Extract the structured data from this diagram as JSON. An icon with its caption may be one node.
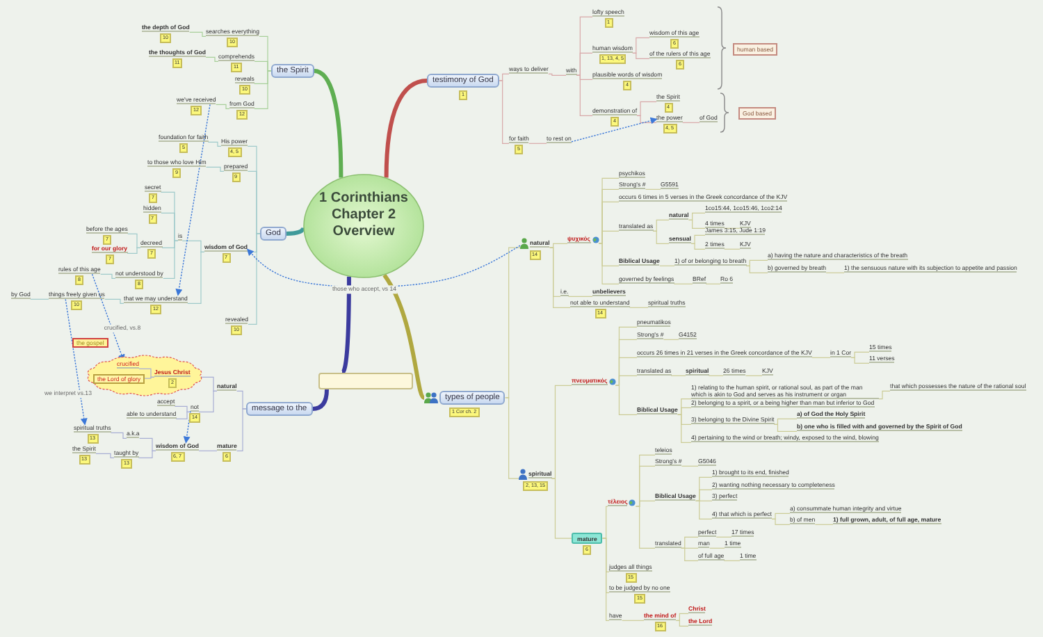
{
  "diagram": {
    "nodes": [
      {
        "text": [
          "1 Corinthians Chapter 2 Overview"
        ]
      },
      {
        "text": [
          "testimony of God"
        ],
        "beside": [
          "1"
        ]
      },
      {
        "text": [
          "ways to deliver"
        ]
      },
      {
        "text": [
          "with"
        ]
      },
      {
        "text": [
          "lofty speech"
        ],
        "beside": [
          "1"
        ]
      },
      {
        "text": [
          "human wisdom"
        ],
        "beside": [
          "1, 13, 4, 5"
        ]
      },
      {
        "text": [
          "wisdom of this age"
        ],
        "beside": [
          "6"
        ]
      },
      {
        "text": [
          "of the rulers of this age"
        ],
        "beside": [
          "6"
        ]
      },
      {
        "text": [
          "plausible words of wisdom"
        ],
        "beside": [
          "4"
        ]
      },
      {
        "text": [
          "demonstration of"
        ],
        "beside": [
          "4"
        ]
      },
      {
        "text": [
          "the Spirit"
        ],
        "beside": [
          "4"
        ]
      },
      {
        "text": [
          "the power"
        ],
        "beside": [
          "4, 5"
        ]
      },
      {
        "text": [
          "of God"
        ]
      },
      {
        "text": [
          "human based"
        ]
      },
      {
        "text": [
          "God based"
        ]
      },
      {
        "text": [
          "for faith"
        ],
        "beside": [
          "5"
        ]
      },
      {
        "text": [
          "to rest on"
        ]
      },
      {
        "text": [
          "the Spirit"
        ]
      },
      {
        "text": [
          "searches everything"
        ],
        "beside": [
          "10"
        ]
      },
      {
        "text": [
          "the depth of God"
        ],
        "beside": [
          "10"
        ]
      },
      {
        "text": [
          "comprehends"
        ],
        "beside": [
          "11"
        ]
      },
      {
        "text": [
          "the thoughts of God"
        ],
        "beside": [
          "11"
        ]
      },
      {
        "text": [
          "reveals"
        ],
        "beside": [
          "10"
        ]
      },
      {
        "text": [
          "from God"
        ],
        "beside": [
          "12"
        ]
      },
      {
        "text": [
          "we've received"
        ],
        "beside": [
          "12"
        ]
      },
      {
        "text": [
          "God"
        ]
      },
      {
        "text": [
          "His power"
        ],
        "beside": [
          "4, 5"
        ]
      },
      {
        "text": [
          "foundation for faith"
        ],
        "beside": [
          "5"
        ]
      },
      {
        "text": [
          "prepared"
        ],
        "beside": [
          "9"
        ]
      },
      {
        "text": [
          "to those who love Him"
        ],
        "beside": [
          "9"
        ]
      },
      {
        "text": [
          "wisdom of God"
        ],
        "beside": [
          "7"
        ]
      },
      {
        "text": [
          "is"
        ]
      },
      {
        "text": [
          "secret"
        ],
        "beside": [
          "7"
        ]
      },
      {
        "text": [
          "hidden"
        ],
        "beside": [
          "7"
        ]
      },
      {
        "text": [
          "decreed"
        ],
        "beside": [
          "7"
        ]
      },
      {
        "text": [
          "before the ages"
        ],
        "beside": [
          "7"
        ]
      },
      {
        "text": [
          "for our glory"
        ],
        "beside": [
          "7"
        ]
      },
      {
        "text": [
          "not understood by"
        ],
        "beside": [
          "8"
        ]
      },
      {
        "text": [
          "rules of this age"
        ],
        "beside": [
          "8"
        ]
      },
      {
        "text": [
          "that we may understand"
        ],
        "beside": [
          "12"
        ]
      },
      {
        "text": [
          "things freely given us"
        ],
        "beside": [
          "10"
        ]
      },
      {
        "text": [
          "by God"
        ]
      },
      {
        "text": [
          "revealed"
        ],
        "beside": [
          "10"
        ]
      },
      {
        "text": [],
        "shape": "box"
      },
      {
        "text": [
          "message to the"
        ]
      },
      {
        "text": [
          "natural"
        ]
      },
      {
        "text": [],
        "shape": "cloud"
      },
      {
        "text": [
          "Jesus Christ"
        ],
        "beside": [
          "2"
        ],
        "in": 46
      },
      {
        "text": [
          "crucified"
        ],
        "in": 46
      },
      {
        "text": [
          "the Lord of glory"
        ],
        "in": 46
      },
      {
        "text": [
          "not"
        ],
        "beside": [
          "14"
        ]
      },
      {
        "text": [
          "accept"
        ]
      },
      {
        "text": [
          "able to understand"
        ]
      },
      {
        "text": [
          "mature"
        ],
        "beside": [
          "6"
        ]
      },
      {
        "text": [
          "wisdom of God"
        ],
        "beside": [
          "6, 7"
        ]
      },
      {
        "text": [
          "a.k.a"
        ]
      },
      {
        "text": [
          "spiritual truths"
        ],
        "beside": [
          "13"
        ]
      },
      {
        "text": [
          "taught by"
        ],
        "beside": [
          "13"
        ]
      },
      {
        "text": [
          "the Spirit"
        ],
        "beside": [
          "13"
        ]
      },
      {
        "text": [
          "the gospel"
        ]
      },
      {
        "text": [
          "types of people"
        ],
        "beside": [
          "1 Cor ch. 2"
        ]
      },
      {
        "text": [
          "natural"
        ],
        "beside": [
          "14"
        ]
      },
      {
        "text": [
          "ψυχικός"
        ]
      },
      {
        "text": [
          "psychikos"
        ]
      },
      {
        "text": [
          "Strong's #"
        ]
      },
      {
        "text": [
          "G5591"
        ]
      },
      {
        "text": [
          "occurs 6 times in 5 verses in the Greek concordance of the KJV"
        ]
      },
      {
        "text": [
          "translated as"
        ]
      },
      {
        "text": [
          "natural"
        ]
      },
      {
        "text": [
          "1co15:44, 1co15:46, 1co2:14"
        ]
      },
      {
        "text": [
          "4 times"
        ]
      },
      {
        "text": [
          "KJV"
        ]
      },
      {
        "text": [
          "sensual"
        ]
      },
      {
        "text": [
          "James 3:15, Jude 1:19"
        ]
      },
      {
        "text": [
          "2 times"
        ]
      },
      {
        "text": [
          "KJV"
        ]
      },
      {
        "text": [
          "Biblical Usage"
        ]
      },
      {
        "text": [
          "1) of or belonging to breath"
        ]
      },
      {
        "text": [
          "a) having the nature and characteristics of the breath"
        ]
      },
      {
        "text": [
          "b) governed by breath"
        ]
      },
      {
        "text": [
          "1) the sensuous nature with its subjection to appetite and passion"
        ]
      },
      {
        "text": [
          "governed by feelings"
        ]
      },
      {
        "text": [
          "BRef"
        ]
      },
      {
        "text": [
          "Ro 6"
        ]
      },
      {
        "text": [
          "i.e."
        ]
      },
      {
        "text": [
          "unbelievers"
        ]
      },
      {
        "text": [
          "not able to understand"
        ],
        "beside": [
          "14"
        ]
      },
      {
        "text": [
          "spiritual truths"
        ]
      },
      {
        "text": [
          "spiritual"
        ],
        "beside": [
          "2, 13, 15"
        ]
      },
      {
        "text": [
          "πνευματικός"
        ]
      },
      {
        "text": [
          "pneumatikos"
        ]
      },
      {
        "text": [
          "Strong's #"
        ]
      },
      {
        "text": [
          "G4152"
        ]
      },
      {
        "text": [
          "occurs 26 times in 21 verses in the Greek concordance of the KJV"
        ]
      },
      {
        "text": [
          "in 1 Cor"
        ]
      },
      {
        "text": [
          "15 times"
        ]
      },
      {
        "text": [
          "11 verses"
        ]
      },
      {
        "text": [
          "translated as"
        ]
      },
      {
        "text": [
          "spiritual"
        ]
      },
      {
        "text": [
          "26 times"
        ]
      },
      {
        "text": [
          "KJV"
        ]
      },
      {
        "text": [
          "Biblical Usage"
        ]
      },
      {
        "text": [
          "1) relating to the human spirit, or rational soul, as part of the man which is akin to God and serves as his instrument or organ"
        ]
      },
      {
        "text": [
          "that which possesses the nature of the rational soul"
        ]
      },
      {
        "text": [
          "2) belonging to a spirit, or a being higher than man but inferior to God"
        ]
      },
      {
        "text": [
          "3) belonging to the Divine Spirit"
        ]
      },
      {
        "text": [
          "a) of God the Holy Spirit"
        ]
      },
      {
        "text": [
          "b) one who is filled with and governed by the Spirit of God"
        ]
      },
      {
        "text": [
          "4) pertaining to the wind or breath; windy, exposed to the wind, blowing"
        ]
      },
      {
        "text": [
          "mature"
        ],
        "beside": [
          "6"
        ]
      },
      {
        "text": [
          "τέλειος"
        ]
      },
      {
        "text": [
          "teleios"
        ]
      },
      {
        "text": [
          "Strong's #"
        ]
      },
      {
        "text": [
          "G5046"
        ]
      },
      {
        "text": [
          "Biblical Usage"
        ]
      },
      {
        "text": [
          "1) brought to its end, finished"
        ]
      },
      {
        "text": [
          "2) wanting nothing necessary to completeness"
        ]
      },
      {
        "text": [
          "3) perfect"
        ]
      },
      {
        "text": [
          "4) that which is perfect"
        ]
      },
      {
        "text": [
          "a) consummate human integrity and virtue"
        ]
      },
      {
        "text": [
          "b) of men"
        ]
      },
      {
        "text": [
          "1) full grown, adult, of full age, mature"
        ]
      },
      {
        "text": [
          "translated"
        ]
      },
      {
        "text": [
          "perfect"
        ]
      },
      {
        "text": [
          "17 times"
        ]
      },
      {
        "text": [
          "man"
        ]
      },
      {
        "text": [
          "1 time"
        ]
      },
      {
        "text": [
          "of full age"
        ]
      },
      {
        "text": [
          "1 time"
        ]
      },
      {
        "text": [
          "judges all things"
        ],
        "beside": [
          "15"
        ]
      },
      {
        "text": [
          "to be judged by no one"
        ],
        "beside": [
          "15"
        ]
      },
      {
        "text": [
          "have"
        ]
      },
      {
        "text": [
          "the mind of"
        ],
        "beside": [
          "16"
        ]
      },
      {
        "text": [
          "Christ"
        ]
      },
      {
        "text": [
          "the Lord"
        ]
      }
    ],
    "edges": [
      {
        "from": 0,
        "to": 1,
        "arrow": "none",
        "style": "thick",
        "color": "#c0504d"
      },
      {
        "from": 0,
        "to": 17,
        "arrow": "none",
        "style": "thick",
        "color": "#5fae52"
      },
      {
        "from": 0,
        "to": 25,
        "arrow": "none",
        "style": "thick",
        "color": "#3f9a9a"
      },
      {
        "from": 0,
        "to": 43,
        "arrow": "none",
        "style": "thick",
        "color": "#3b3b9e"
      },
      {
        "from": 0,
        "to": 60,
        "arrow": "none",
        "style": "thick",
        "color": "#b0a840"
      },
      {
        "from": 43,
        "to": 44,
        "arrow": "none",
        "style": "thick",
        "color": "#3b3b9e"
      },
      {
        "from": 1,
        "to": 2,
        "arrow": "none",
        "color": "#d8a8a8"
      },
      {
        "from": 2,
        "to": 3,
        "arrow": "none",
        "color": "#d8a8a8"
      },
      {
        "from": 3,
        "to": 4,
        "arrow": "none",
        "color": "#d8a8a8"
      },
      {
        "from": 3,
        "to": 5,
        "arrow": "none",
        "color": "#d8a8a8"
      },
      {
        "from": 5,
        "to": 6,
        "arrow": "none",
        "color": "#d8a8a8"
      },
      {
        "from": 5,
        "to": 7,
        "arrow": "none",
        "color": "#d8a8a8"
      },
      {
        "from": 3,
        "to": 8,
        "arrow": "none",
        "color": "#d8a8a8"
      },
      {
        "from": 3,
        "to": 9,
        "arrow": "none",
        "color": "#d8a8a8"
      },
      {
        "from": 9,
        "to": 10,
        "arrow": "none",
        "color": "#d8a8a8"
      },
      {
        "from": 9,
        "to": 11,
        "arrow": "none",
        "color": "#d8a8a8"
      },
      {
        "from": 11,
        "to": 12,
        "arrow": "none",
        "color": "#d8a8a8"
      },
      {
        "from": 1,
        "to": 15,
        "arrow": "none",
        "color": "#d8a8a8"
      },
      {
        "from": 15,
        "to": 16,
        "arrow": "none",
        "color": "#d8a8a8"
      },
      {
        "from": 17,
        "to": 18,
        "arrow": "none",
        "color": "#a8d09a"
      },
      {
        "from": 18,
        "to": 19,
        "arrow": "none",
        "color": "#a8d09a"
      },
      {
        "from": 17,
        "to": 20,
        "arrow": "none",
        "color": "#a8d09a"
      },
      {
        "from": 20,
        "to": 21,
        "arrow": "none",
        "color": "#a8d09a"
      },
      {
        "from": 17,
        "to": 22,
        "arrow": "none",
        "color": "#a8d09a"
      },
      {
        "from": 17,
        "to": 23,
        "arrow": "none",
        "color": "#a8d09a"
      },
      {
        "from": 23,
        "to": 24,
        "arrow": "none",
        "color": "#a8d09a"
      },
      {
        "from": 25,
        "to": 26,
        "arrow": "none",
        "color": "#9fcaca"
      },
      {
        "from": 26,
        "to": 27,
        "arrow": "none",
        "color": "#9fcaca"
      },
      {
        "from": 25,
        "to": 28,
        "arrow": "none",
        "color": "#9fcaca"
      },
      {
        "from": 28,
        "to": 29,
        "arrow": "none",
        "color": "#9fcaca"
      },
      {
        "from": 25,
        "to": 30,
        "arrow": "none",
        "color": "#9fcaca"
      },
      {
        "from": 30,
        "to": 31,
        "arrow": "none",
        "color": "#9fcaca"
      },
      {
        "from": 31,
        "to": 32,
        "arrow": "none",
        "color": "#9fcaca"
      },
      {
        "from": 31,
        "to": 33,
        "arrow": "none",
        "color": "#9fcaca"
      },
      {
        "from": 31,
        "to": 34,
        "arrow": "none",
        "color": "#9fcaca"
      },
      {
        "from": 34,
        "to": 35,
        "arrow": "none",
        "color": "#9fcaca"
      },
      {
        "from": 34,
        "to": 36,
        "arrow": "none",
        "color": "#9fcaca"
      },
      {
        "from": 31,
        "to": 37,
        "arrow": "none",
        "color": "#9fcaca"
      },
      {
        "from": 37,
        "to": 38,
        "arrow": "none",
        "color": "#9fcaca"
      },
      {
        "from": 30,
        "to": 39,
        "arrow": "none",
        "color": "#9fcaca"
      },
      {
        "from": 39,
        "to": 40,
        "arrow": "none",
        "color": "#9fcaca"
      },
      {
        "from": 40,
        "to": 41,
        "arrow": "none",
        "color": "#9fcaca"
      },
      {
        "from": 25,
        "to": 42,
        "arrow": "none",
        "color": "#9fcaca"
      },
      {
        "from": 44,
        "to": 45,
        "arrow": "none",
        "color": "#a8aed4"
      },
      {
        "from": 44,
        "to": 53,
        "arrow": "none",
        "color": "#a8aed4"
      },
      {
        "from": 45,
        "to": 47,
        "arrow": "none",
        "color": "#a8aed4"
      },
      {
        "from": 45,
        "to": 50,
        "arrow": "none",
        "color": "#a8aed4"
      },
      {
        "from": 47,
        "to": 48,
        "arrow": "none",
        "color": "#a8aed4"
      },
      {
        "from": 47,
        "to": 49,
        "arrow": "none",
        "color": "#a8aed4"
      },
      {
        "from": 50,
        "to": 51,
        "arrow": "none",
        "color": "#a8aed4"
      },
      {
        "from": 50,
        "to": 52,
        "arrow": "none",
        "color": "#a8aed4"
      },
      {
        "from": 53,
        "to": 54,
        "arrow": "none",
        "color": "#a8aed4"
      },
      {
        "from": 54,
        "to": 55,
        "arrow": "none",
        "color": "#a8aed4"
      },
      {
        "from": 55,
        "to": 56,
        "arrow": "none",
        "color": "#a8aed4"
      },
      {
        "from": 54,
        "to": 57,
        "arrow": "none",
        "color": "#a8aed4"
      },
      {
        "from": 57,
        "to": 58,
        "arrow": "none",
        "color": "#a8aed4"
      },
      {
        "from": 60,
        "to": 61,
        "arrow": "none"
      },
      {
        "from": 60,
        "to": 88,
        "arrow": "none"
      },
      {
        "from": 61,
        "to": 62,
        "arrow": "none"
      },
      {
        "from": 61,
        "to": 84,
        "arrow": "none"
      },
      {
        "from": 61,
        "to": 86,
        "arrow": "none"
      },
      {
        "from": 62,
        "to": 63,
        "arrow": "none"
      },
      {
        "from": 62,
        "to": 64,
        "arrow": "none"
      },
      {
        "from": 64,
        "to": 65,
        "arrow": "none"
      },
      {
        "from": 62,
        "to": 66,
        "arrow": "none"
      },
      {
        "from": 62,
        "to": 67,
        "arrow": "none"
      },
      {
        "from": 67,
        "to": 68,
        "arrow": "none"
      },
      {
        "from": 68,
        "to": 69,
        "arrow": "none"
      },
      {
        "from": 68,
        "to": 70,
        "arrow": "none"
      },
      {
        "from": 70,
        "to": 71,
        "arrow": "none"
      },
      {
        "from": 67,
        "to": 72,
        "arrow": "none"
      },
      {
        "from": 72,
        "to": 73,
        "arrow": "none"
      },
      {
        "from": 72,
        "to": 74,
        "arrow": "none"
      },
      {
        "from": 74,
        "to": 75,
        "arrow": "none"
      },
      {
        "from": 62,
        "to": 76,
        "arrow": "none"
      },
      {
        "from": 76,
        "to": 77,
        "arrow": "none"
      },
      {
        "from": 77,
        "to": 78,
        "arrow": "none"
      },
      {
        "from": 77,
        "to": 79,
        "arrow": "none"
      },
      {
        "from": 79,
        "to": 80,
        "arrow": "none"
      },
      {
        "from": 62,
        "to": 81,
        "arrow": "none"
      },
      {
        "from": 81,
        "to": 82,
        "arrow": "none"
      },
      {
        "from": 82,
        "to": 83,
        "arrow": "none"
      },
      {
        "from": 84,
        "to": 85,
        "arrow": "none"
      },
      {
        "from": 86,
        "to": 87,
        "arrow": "none"
      },
      {
        "from": 88,
        "to": 89,
        "arrow": "none"
      },
      {
        "from": 88,
        "to": 109,
        "arrow": "none"
      },
      {
        "from": 89,
        "to": 90,
        "arrow": "none"
      },
      {
        "from": 89,
        "to": 91,
        "arrow": "none"
      },
      {
        "from": 91,
        "to": 92,
        "arrow": "none"
      },
      {
        "from": 89,
        "to": 93,
        "arrow": "none"
      },
      {
        "from": 93,
        "to": 94,
        "arrow": "none"
      },
      {
        "from": 94,
        "to": 95,
        "arrow": "none"
      },
      {
        "from": 94,
        "to": 96,
        "arrow": "none"
      },
      {
        "from": 89,
        "to": 97,
        "arrow": "none"
      },
      {
        "from": 97,
        "to": 98,
        "arrow": "none"
      },
      {
        "from": 98,
        "to": 99,
        "arrow": "none"
      },
      {
        "from": 99,
        "to": 100,
        "arrow": "none"
      },
      {
        "from": 89,
        "to": 101,
        "arrow": "none"
      },
      {
        "from": 101,
        "to": 102,
        "arrow": "none"
      },
      {
        "from": 102,
        "to": 103,
        "arrow": "none"
      },
      {
        "from": 101,
        "to": 104,
        "arrow": "none"
      },
      {
        "from": 101,
        "to": 105,
        "arrow": "none"
      },
      {
        "from": 105,
        "to": 106,
        "arrow": "none"
      },
      {
        "from": 105,
        "to": 107,
        "arrow": "none"
      },
      {
        "from": 101,
        "to": 108,
        "arrow": "none"
      },
      {
        "from": 109,
        "to": 110,
        "arrow": "none"
      },
      {
        "from": 109,
        "to": 129,
        "arrow": "none"
      },
      {
        "from": 109,
        "to": 130,
        "arrow": "none"
      },
      {
        "from": 109,
        "to": 131,
        "arrow": "none"
      },
      {
        "from": 131,
        "to": 132,
        "arrow": "none"
      },
      {
        "from": 132,
        "to": 133,
        "arrow": "none"
      },
      {
        "from": 132,
        "to": 134,
        "arrow": "none"
      },
      {
        "from": 110,
        "to": 111,
        "arrow": "none"
      },
      {
        "from": 110,
        "to": 112,
        "arrow": "none"
      },
      {
        "from": 112,
        "to": 113,
        "arrow": "none"
      },
      {
        "from": 110,
        "to": 114,
        "arrow": "none"
      },
      {
        "from": 114,
        "to": 115,
        "arrow": "none"
      },
      {
        "from": 114,
        "to": 116,
        "arrow": "none"
      },
      {
        "from": 114,
        "to": 117,
        "arrow": "none"
      },
      {
        "from": 114,
        "to": 118,
        "arrow": "none"
      },
      {
        "from": 118,
        "to": 119,
        "arrow": "none"
      },
      {
        "from": 118,
        "to": 120,
        "arrow": "none"
      },
      {
        "from": 120,
        "to": 121,
        "arrow": "none"
      },
      {
        "from": 110,
        "to": 122,
        "arrow": "none"
      },
      {
        "from": 122,
        "to": 123,
        "arrow": "none"
      },
      {
        "from": 123,
        "to": 124,
        "arrow": "none"
      },
      {
        "from": 122,
        "to": 125,
        "arrow": "none"
      },
      {
        "from": 125,
        "to": 126,
        "arrow": "none"
      },
      {
        "from": 122,
        "to": 127,
        "arrow": "none"
      },
      {
        "from": 127,
        "to": 128,
        "arrow": "none"
      },
      {
        "from": 24,
        "to": 39,
        "arrow": "to",
        "style": "dashed",
        "color": "#3c78d8"
      },
      {
        "from": 38,
        "to": 48,
        "arrow": "to",
        "style": "dashed",
        "color": "#3c78d8",
        "label": "crucified, vs.8"
      },
      {
        "from": 40,
        "to": 56,
        "arrow": "to",
        "style": "dashed",
        "color": "#3c78d8",
        "label": "we interpret vs.13"
      },
      {
        "from": 50,
        "to": 54,
        "arrow": "to",
        "style": "dashed",
        "color": "#3c78d8"
      },
      {
        "from": 61,
        "to": 30,
        "arrow": "to",
        "style": "dashed",
        "color": "#3c78d8",
        "label": "those who accept, vs 14"
      },
      {
        "from": 16,
        "to": 11,
        "arrow": "to",
        "style": "dashed",
        "color": "#3c78d8"
      }
    ]
  }
}
